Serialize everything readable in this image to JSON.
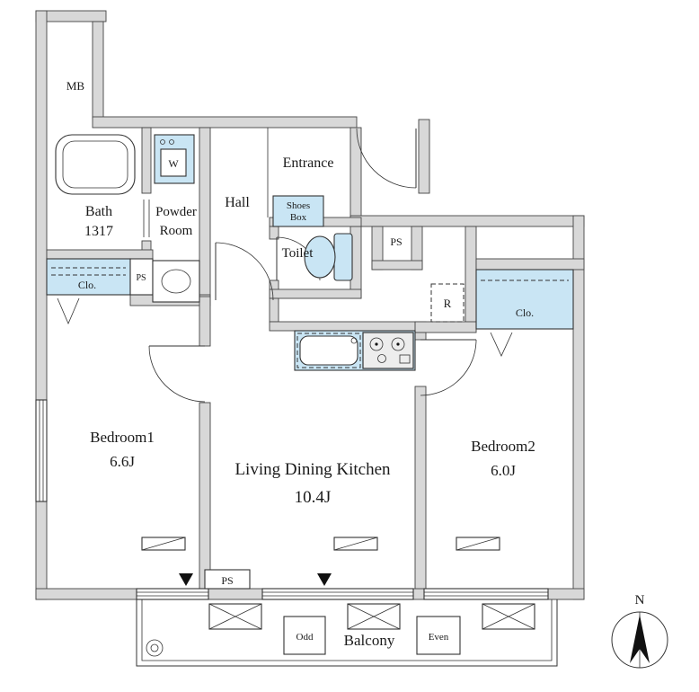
{
  "colors": {
    "wall_fill": "#d8d8d8",
    "wall_stroke": "#444444",
    "line": "#333333",
    "fixture_fill": "#c9e5f4",
    "text": "#1a1a1a"
  },
  "rooms": {
    "mb": "MB",
    "bath": {
      "line1": "Bath",
      "line2": "1317"
    },
    "powder": {
      "line1": "Powder",
      "line2": "Room"
    },
    "hall": "Hall",
    "entrance": "Entrance",
    "toilet": "Toilet",
    "bedroom1": {
      "name": "Bedroom1",
      "size": "6.6J"
    },
    "ldk": {
      "name": "Living Dining Kitchen",
      "size": "10.4J"
    },
    "bedroom2": {
      "name": "Bedroom2",
      "size": "6.0J"
    },
    "balcony": "Balcony"
  },
  "fixtures": {
    "washer": "W",
    "shoes_box": {
      "line1": "Shoes",
      "line2": "Box"
    },
    "refrigerator": "R",
    "closet_left": "Clo.",
    "closet_right": "Clo.",
    "ps_top": "PS",
    "ps_side": "PS",
    "ps_bottom": "PS"
  },
  "balcony_markers": {
    "odd": "Odd",
    "even": "Even"
  },
  "compass": {
    "north": "N"
  }
}
